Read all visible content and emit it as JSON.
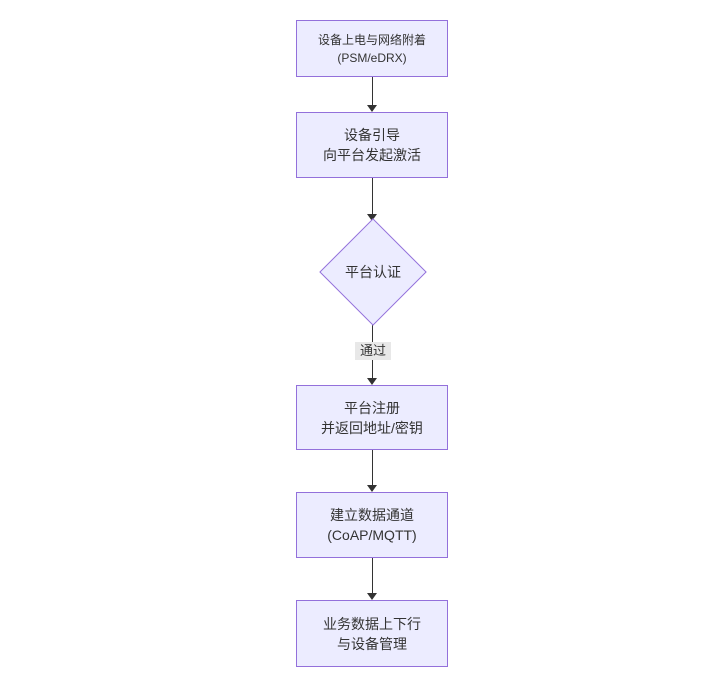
{
  "diagram": {
    "type": "flowchart-top-down",
    "colors": {
      "background": "#ffffff",
      "node_fill": "#ECECFF",
      "node_border": "#9370DB",
      "edge_color": "#333333",
      "text_color": "#333333",
      "edge_label_bg": "#e8e8e8"
    },
    "nodes": [
      {
        "id": "power-attach",
        "type": "rect",
        "lines": [
          "设备上电与网络附着",
          "(PSM/eDRX)"
        ]
      },
      {
        "id": "bootstrap",
        "type": "rect",
        "lines": [
          "设备引导",
          "向平台发起激活"
        ]
      },
      {
        "id": "auth-decision",
        "type": "diamond",
        "lines": [
          "平台认证"
        ]
      },
      {
        "id": "register",
        "type": "rect",
        "lines": [
          "平台注册",
          "并返回地址/密钥"
        ]
      },
      {
        "id": "data-channel",
        "type": "rect",
        "lines": [
          "建立数据通道",
          "(CoAP/MQTT)"
        ]
      },
      {
        "id": "business",
        "type": "rect",
        "lines": [
          "业务数据上下行",
          "与设备管理"
        ]
      }
    ],
    "edges": [
      {
        "from": "power-attach",
        "to": "bootstrap",
        "label": ""
      },
      {
        "from": "bootstrap",
        "to": "auth-decision",
        "label": ""
      },
      {
        "from": "auth-decision",
        "to": "register",
        "label": "通过"
      },
      {
        "from": "register",
        "to": "data-channel",
        "label": ""
      },
      {
        "from": "data-channel",
        "to": "business",
        "label": ""
      }
    ]
  }
}
